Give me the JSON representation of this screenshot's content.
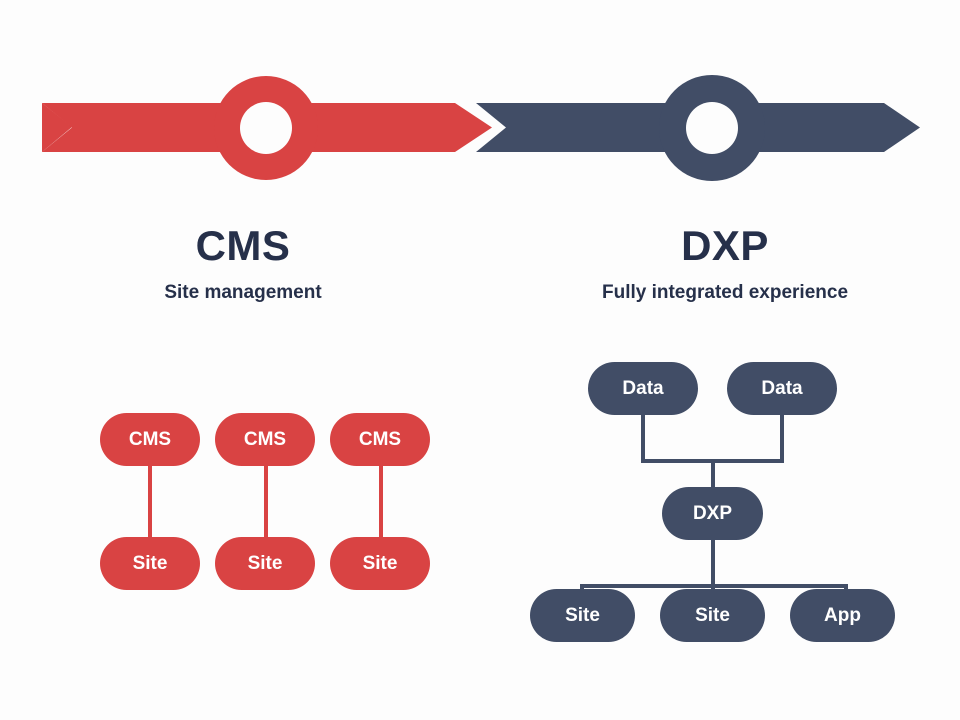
{
  "colors": {
    "red": "#d94343",
    "navy": "#414d66",
    "title_text": "#26304a",
    "background": "#fdfdfd",
    "node_text": "#ffffff"
  },
  "banner": {
    "name": "cms-to-dxp-journey-arrow",
    "left_segment": {
      "label": "",
      "color": "#d94343",
      "milestone": "circle-node"
    },
    "right_segment": {
      "label": "",
      "color": "#414d66",
      "milestone": "circle-node"
    }
  },
  "columns": [
    {
      "key": "cms",
      "title": "CMS",
      "subtitle": "Site management",
      "color": "#d94343",
      "diagram": {
        "type": "disconnected-pairs",
        "pairs": [
          {
            "parent": "CMS",
            "child": "Site"
          },
          {
            "parent": "CMS",
            "child": "Site"
          },
          {
            "parent": "CMS",
            "child": "Site"
          }
        ]
      }
    },
    {
      "key": "dxp",
      "title": "DXP",
      "subtitle": "Fully integrated experience",
      "color": "#414d66",
      "diagram": {
        "type": "hub-tree",
        "hub": "DXP",
        "sources": [
          "Data",
          "Data"
        ],
        "outputs": [
          "Site",
          "Site",
          "App"
        ]
      }
    }
  ],
  "chart_data": {
    "type": "diagram",
    "title": "CMS vs DXP architecture comparison",
    "nodes": [
      {
        "id": "cms-1",
        "label": "CMS",
        "group": "cms",
        "row": "top",
        "col": 1
      },
      {
        "id": "cms-2",
        "label": "CMS",
        "group": "cms",
        "row": "top",
        "col": 2
      },
      {
        "id": "cms-3",
        "label": "CMS",
        "group": "cms",
        "row": "top",
        "col": 3
      },
      {
        "id": "site-1",
        "label": "Site",
        "group": "cms",
        "row": "bottom",
        "col": 1
      },
      {
        "id": "site-2",
        "label": "Site",
        "group": "cms",
        "row": "bottom",
        "col": 2
      },
      {
        "id": "site-3",
        "label": "Site",
        "group": "cms",
        "row": "bottom",
        "col": 3
      },
      {
        "id": "data-1",
        "label": "Data",
        "group": "dxp",
        "row": "top",
        "col": 1
      },
      {
        "id": "data-2",
        "label": "Data",
        "group": "dxp",
        "row": "top",
        "col": 2
      },
      {
        "id": "dxp-hub",
        "label": "DXP",
        "group": "dxp",
        "row": "middle",
        "col": 1
      },
      {
        "id": "dxp-site-1",
        "label": "Site",
        "group": "dxp",
        "row": "bottom",
        "col": 1
      },
      {
        "id": "dxp-site-2",
        "label": "Site",
        "group": "dxp",
        "row": "bottom",
        "col": 2
      },
      {
        "id": "dxp-app-1",
        "label": "App",
        "group": "dxp",
        "row": "bottom",
        "col": 3
      }
    ],
    "edges": [
      {
        "from": "cms-1",
        "to": "site-1"
      },
      {
        "from": "cms-2",
        "to": "site-2"
      },
      {
        "from": "cms-3",
        "to": "site-3"
      },
      {
        "from": "data-1",
        "to": "dxp-hub"
      },
      {
        "from": "data-2",
        "to": "dxp-hub"
      },
      {
        "from": "dxp-hub",
        "to": "dxp-site-1"
      },
      {
        "from": "dxp-hub",
        "to": "dxp-site-2"
      },
      {
        "from": "dxp-hub",
        "to": "dxp-app-1"
      }
    ]
  },
  "labels": {
    "cms_1": "CMS",
    "cms_2": "CMS",
    "cms_3": "CMS",
    "site_1": "Site",
    "site_2": "Site",
    "site_3": "Site",
    "data_1": "Data",
    "data_2": "Data",
    "dxp_hub": "DXP",
    "dxp_site_1": "Site",
    "dxp_site_2": "Site",
    "dxp_app_1": "App"
  }
}
